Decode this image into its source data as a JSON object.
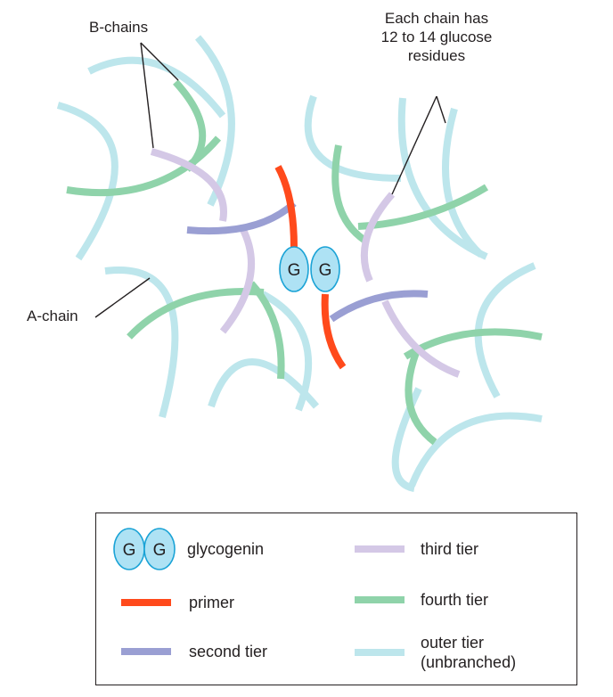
{
  "callouts": {
    "b_chains": "B-chains",
    "a_chain": "A-chain",
    "each_chain": [
      "Each chain has",
      "12 to 14 glucose",
      "residues"
    ]
  },
  "glycogenin_symbol": "G",
  "colors": {
    "primer": "#ff4a1c",
    "second": "#9a9fd3",
    "third": "#d4c8e6",
    "fourth": "#8fd3aa",
    "outer": "#bde6ec",
    "glycogenin_fill": "#aee2f4",
    "glycogenin_stroke": "#1ba3d6"
  },
  "legend": [
    {
      "key": "glycogenin",
      "label": [
        "glycogenin"
      ],
      "icon": "glycogenin-dimer"
    },
    {
      "key": "primer",
      "label": [
        "primer"
      ],
      "color": "#ff4a1c"
    },
    {
      "key": "second",
      "label": [
        "second tier"
      ],
      "color": "#9a9fd3"
    },
    {
      "key": "third",
      "label": [
        "third tier"
      ],
      "color": "#d4c8e6"
    },
    {
      "key": "fourth",
      "label": [
        "fourth tier"
      ],
      "color": "#8fd3aa"
    },
    {
      "key": "outer",
      "label": [
        "outer tier",
        "(unbranched)"
      ],
      "color": "#bde6ec"
    }
  ]
}
